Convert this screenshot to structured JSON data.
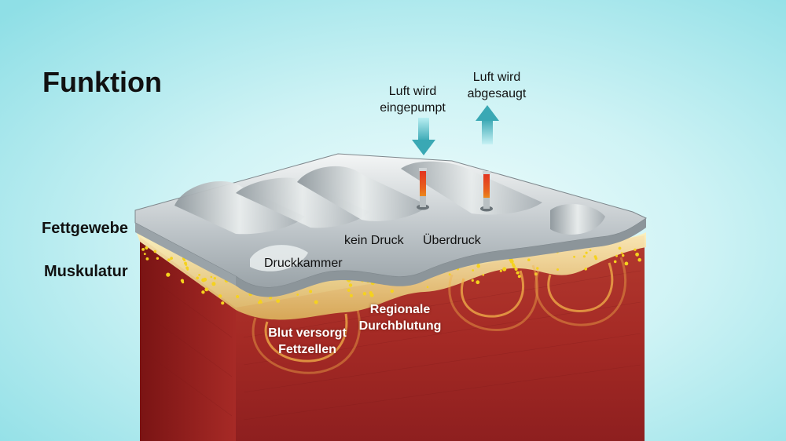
{
  "title": "Funktion",
  "layers": {
    "fat": "Fettgewebe",
    "muscle": "Muskulatur"
  },
  "chambers": {
    "chamber": "Druckkammer",
    "no_pressure": "kein Druck",
    "overpressure": "Überdruck"
  },
  "air": {
    "in": [
      "Luft wird",
      "eingepumpt"
    ],
    "out": [
      "Luft wird",
      "abgesaugt"
    ]
  },
  "blood": {
    "fat_supply": [
      "Blut versorgt",
      "Fettzellen"
    ],
    "regional": [
      "Regionale",
      "Durchblutung"
    ]
  },
  "colors": {
    "background": "#a6e6ec",
    "muscle": "#9a2323",
    "fat": "#e6c45a",
    "cover": "#b7bec3",
    "arrow": "#4fb9c3"
  }
}
